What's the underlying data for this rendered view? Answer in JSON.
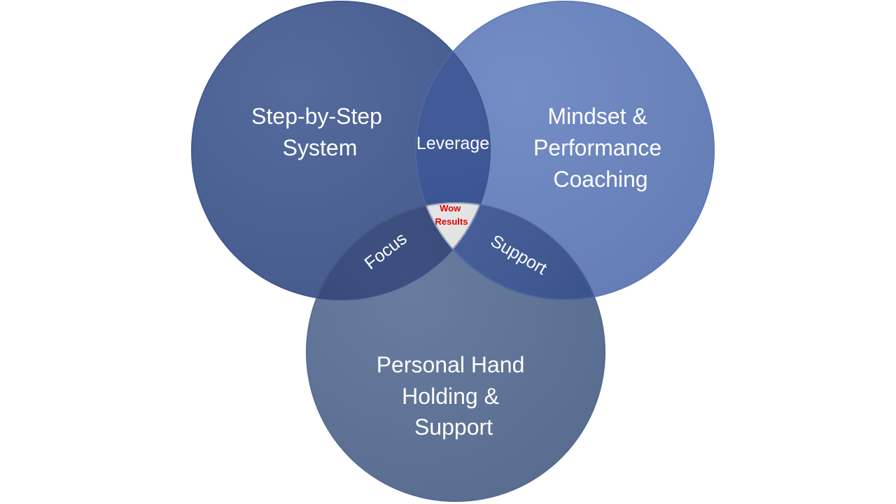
{
  "colors": {
    "circle_top_left": "#4a6196",
    "circle_top_right": "#6b86c2",
    "circle_bottom": "#5f749a",
    "overlap_top": "#3a569c",
    "overlap_left": "#34497f",
    "overlap_right": "#3e5a9a",
    "center_fill": "#ffffff",
    "center_text": "#e00000",
    "label_text": "#ffffff"
  },
  "circles": {
    "top_left": {
      "lines": [
        "Step-by-Step",
        "System"
      ]
    },
    "top_right": {
      "lines": [
        "Mindset &",
        "Performance",
        "Coaching"
      ]
    },
    "bottom": {
      "lines": [
        "Personal Hand",
        "Holding &",
        "Support"
      ]
    }
  },
  "overlaps": {
    "top": "Leverage",
    "left": "Focus",
    "right": "Support"
  },
  "center": {
    "lines": [
      "Wow",
      "Results"
    ]
  }
}
